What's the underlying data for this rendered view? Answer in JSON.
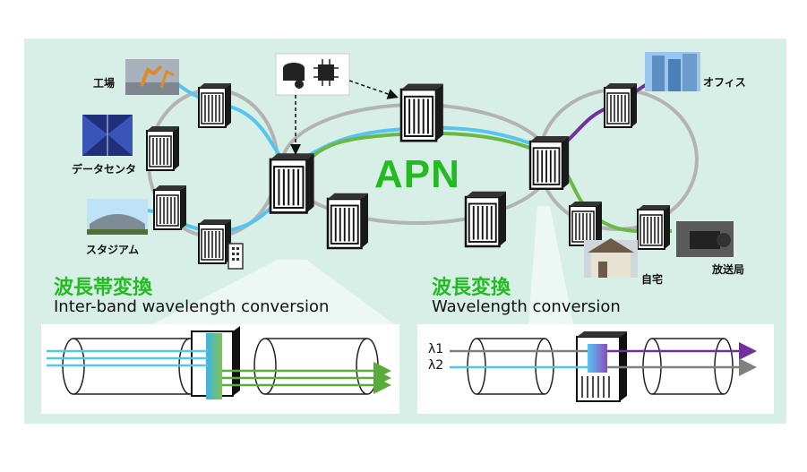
{
  "diagram": {
    "center_label": "APN",
    "locations": {
      "factory": "工場",
      "datacenter": "データセンタ",
      "stadium": "スタジアム",
      "office": "オフィス",
      "home": "自宅",
      "broadcast": "放送局"
    },
    "left_panel": {
      "title_jp": "波長帯変換",
      "title_en": "Inter-band wavelength conversion"
    },
    "right_panel": {
      "title_jp": "波長変換",
      "title_en": "Wavelength conversion",
      "lambda1": "λ1",
      "lambda2": "λ2"
    },
    "colors": {
      "background": "#d7efe7",
      "ring": "#b3b3b3",
      "light_blue_path": "#55c5ee",
      "green_path": "#6bb845",
      "purple_path": "#7030a0",
      "accent_text": "#22bb22",
      "node_dark": "#1a1a1a"
    },
    "icons": [
      "factory-photo",
      "datacenter-photo",
      "stadium-photo",
      "office-photo",
      "home-photo",
      "broadcast-photo",
      "controller-icon",
      "building-icon"
    ]
  }
}
